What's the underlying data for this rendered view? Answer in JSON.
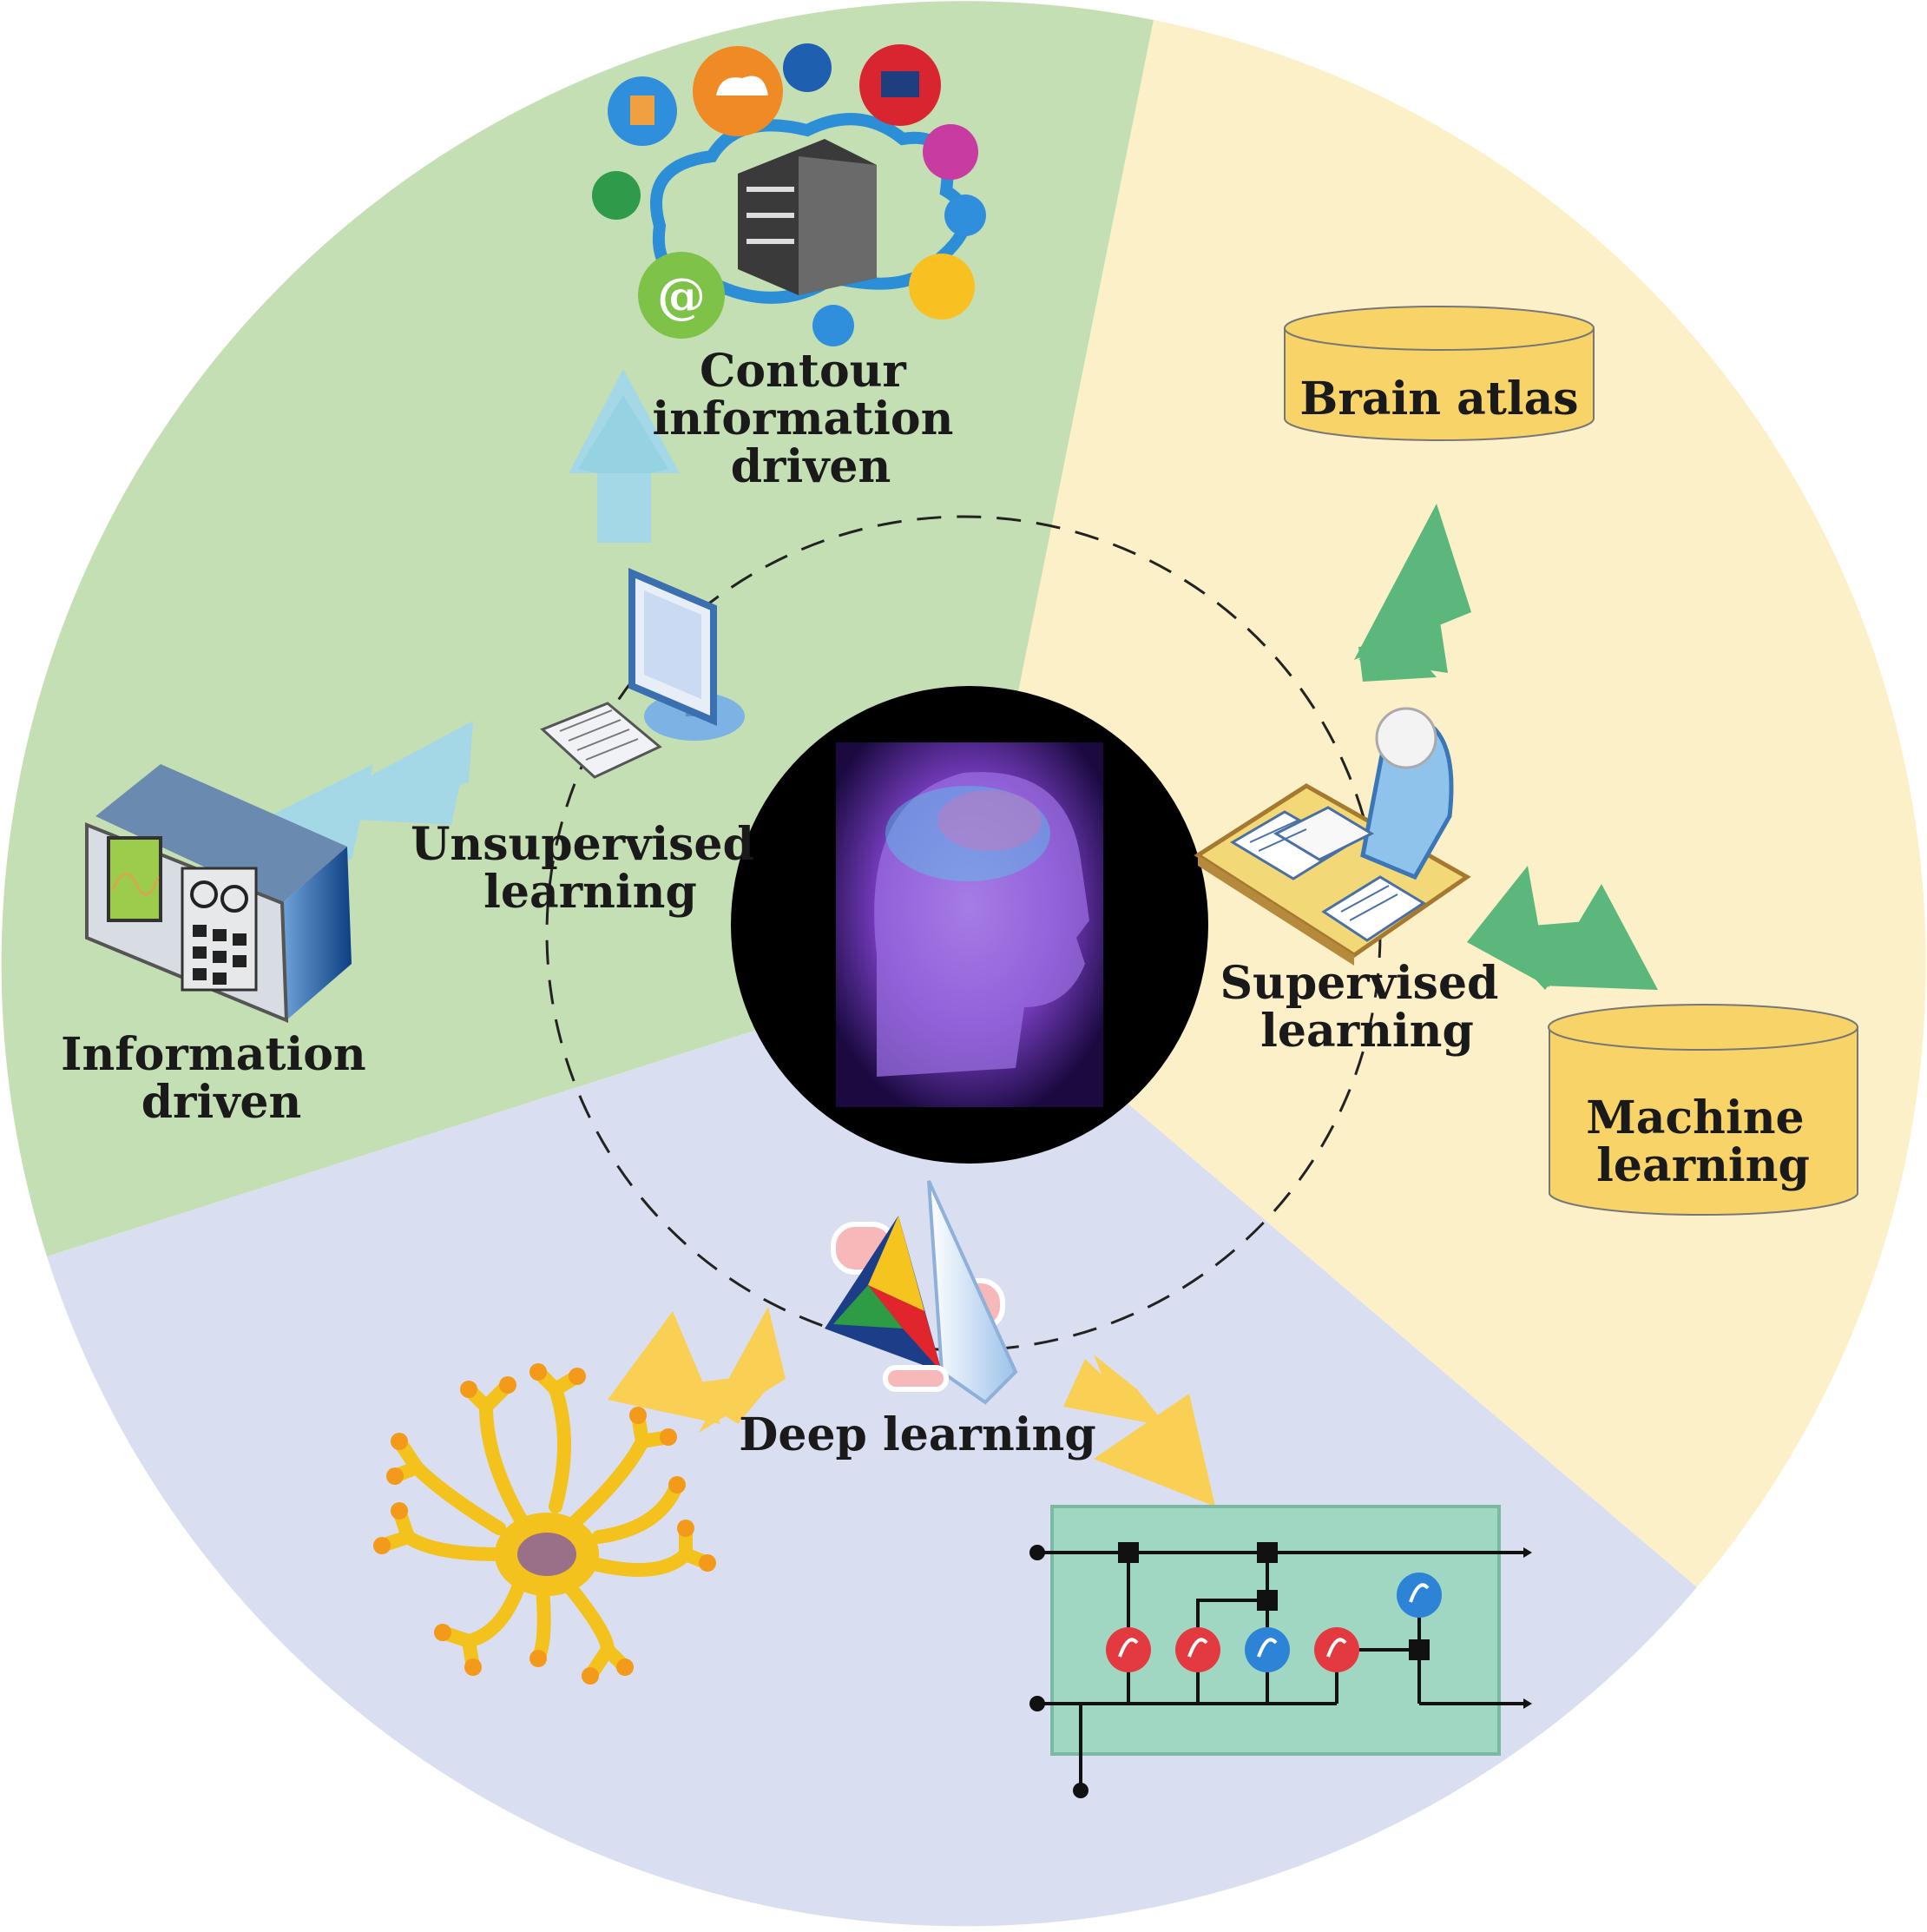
{
  "center": {
    "image": "glowing human head and brain illustration"
  },
  "sectors": {
    "unsupervised": {
      "color": "#c5dfb4",
      "arrow_color": "#a4d8e6",
      "hub_label": [
        "Unsupervised",
        "learning"
      ],
      "outputs": [
        {
          "label": [
            "Contour",
            "information",
            "driven"
          ],
          "icon": "cloud-server-icon"
        },
        {
          "label": [
            "Information",
            "driven"
          ],
          "icon": "oscilloscope-icon"
        }
      ],
      "hub_icon": "computer-icon"
    },
    "supervised": {
      "color": "#fcf0c8",
      "arrow_color": "#5cb77c",
      "hub_label": [
        "Supervised",
        "learning"
      ],
      "outputs": [
        {
          "label": [
            "Brain atlas"
          ],
          "icon": "database-cylinder-icon"
        },
        {
          "label": [
            "Machine",
            "learning"
          ],
          "icon": "database-cylinder-icon"
        }
      ],
      "hub_icon": "person-at-desk-icon",
      "cylinder_color": "#f8d468"
    },
    "deep": {
      "color": "#d9dff1",
      "arrow_color": "#f9cf54",
      "hub_label": [
        "Deep learning"
      ],
      "outputs": [
        {
          "label": [],
          "icon": "neuron-icon"
        },
        {
          "label": [],
          "icon": "lstm-cell-icon"
        }
      ],
      "hub_icon": "prism-icon"
    }
  }
}
